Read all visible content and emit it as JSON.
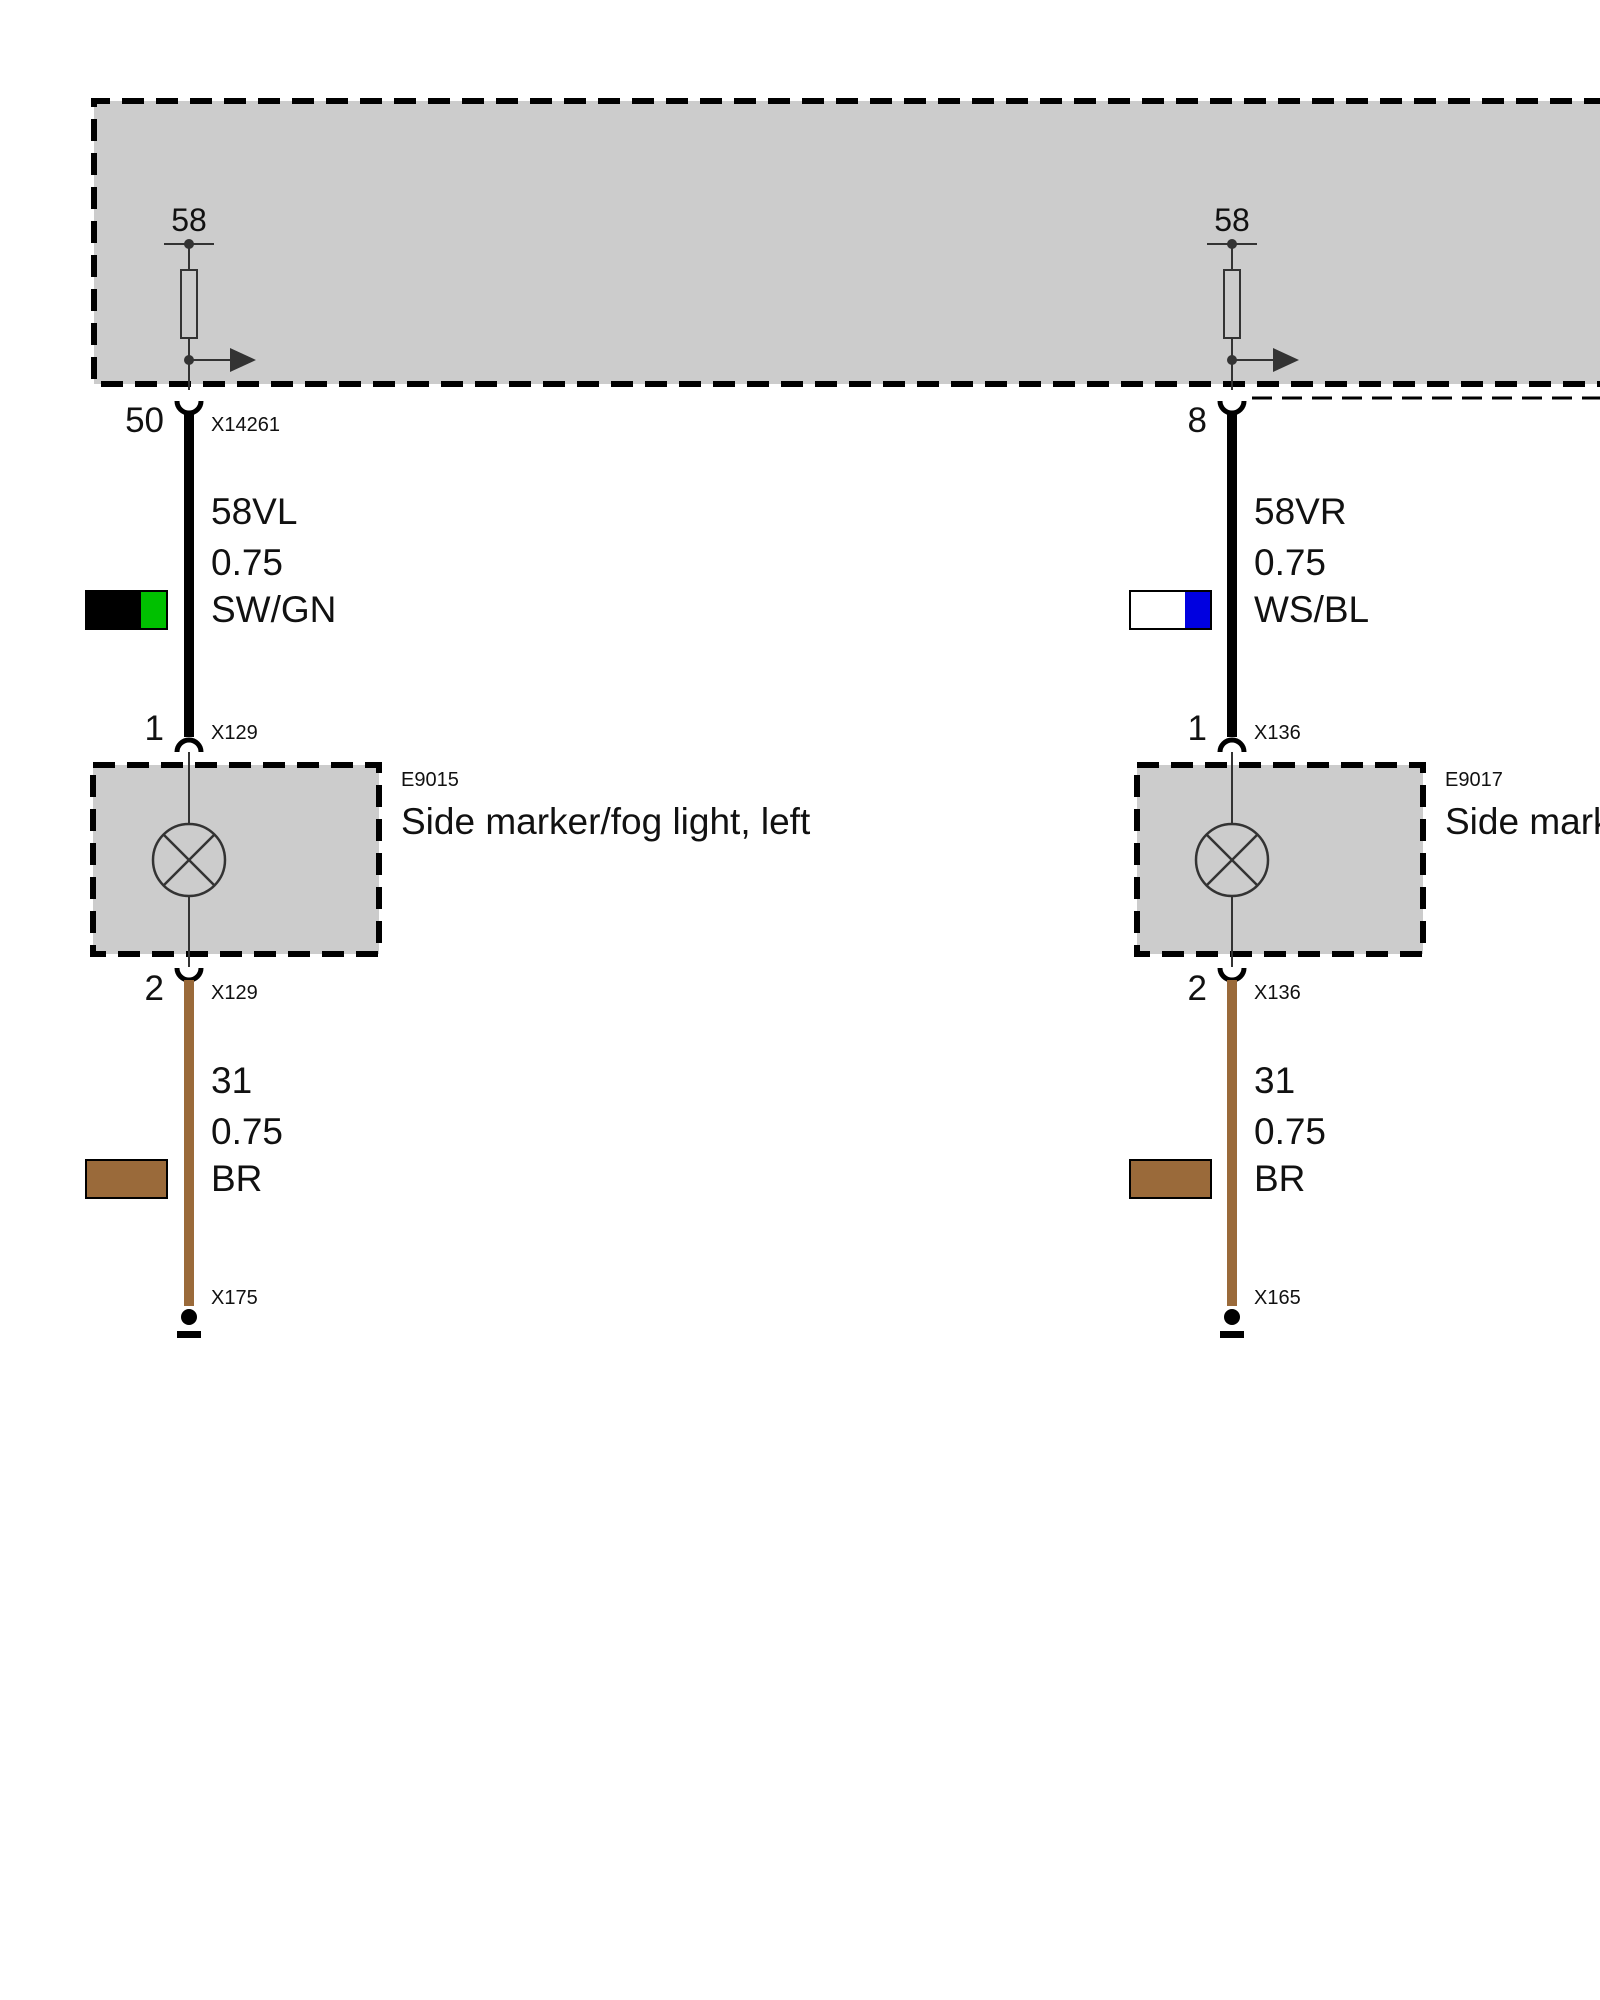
{
  "module": {
    "fill": "#cccccc"
  },
  "circuits": [
    {
      "fuse_label": "58",
      "top_pin": "50",
      "top_connector": "X14261",
      "top_wire": {
        "signal": "58VL",
        "size": "0.75",
        "color_code": "SW/GN",
        "colors": [
          "#000000",
          "#00c000"
        ]
      },
      "lamp_pin_top": "1",
      "lamp_connector_top": "X129",
      "component_id": "E9015",
      "component_name": "Side marker/fog light, left",
      "lamp_pin_bottom": "2",
      "lamp_connector_bottom": "X129",
      "bottom_wire": {
        "signal": "31",
        "size": "0.75",
        "color_code": "BR",
        "colors": [
          "#9a6a3a"
        ]
      },
      "ground_connector": "X175"
    },
    {
      "fuse_label": "58",
      "top_pin": "8",
      "top_connector": "",
      "top_wire": {
        "signal": "58VR",
        "size": "0.75",
        "color_code": "WS/BL",
        "colors": [
          "#ffffff",
          "#0000e0"
        ]
      },
      "lamp_pin_top": "1",
      "lamp_connector_top": "X136",
      "component_id": "E9017",
      "component_name": "Side mark",
      "lamp_pin_bottom": "2",
      "lamp_connector_bottom": "X136",
      "bottom_wire": {
        "signal": "31",
        "size": "0.75",
        "color_code": "BR",
        "colors": [
          "#9a6a3a"
        ]
      },
      "ground_connector": "X165"
    }
  ]
}
